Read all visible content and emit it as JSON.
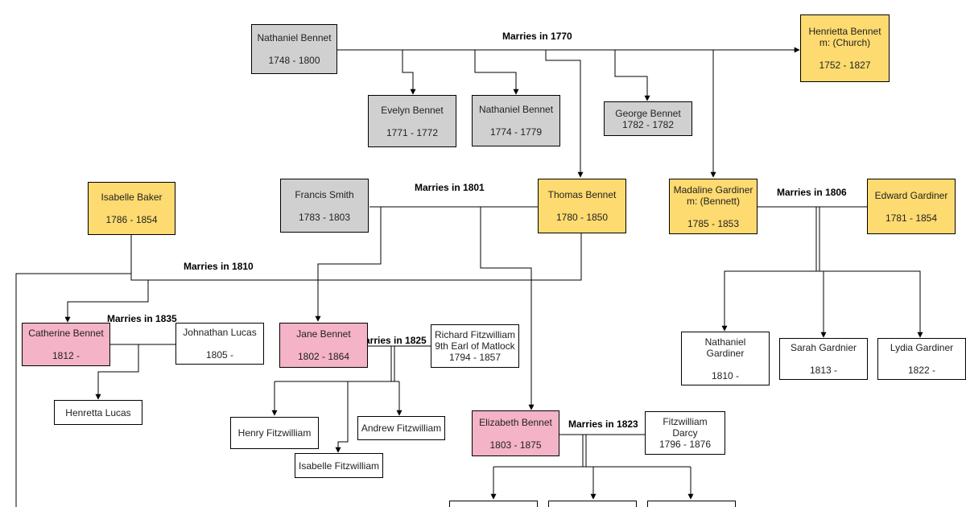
{
  "colors": {
    "gray": "#d0d0d0",
    "yellow": "#fedb70",
    "pink": "#f4b3c6",
    "white": "#ffffff",
    "line": "#000000"
  },
  "people": {
    "nathaniel_sr": {
      "name": "Nathaniel Bennet",
      "dates": "1748 - 1800"
    },
    "henrietta": {
      "name": "Henrietta Bennet\nm: (Church)",
      "dates": "1752 - 1827"
    },
    "evelyn": {
      "name": "Evelyn Bennet",
      "dates": "1771 - 1772"
    },
    "nathaniel_jr": {
      "name": "Nathaniel Bennet",
      "dates": "1774 - 1779"
    },
    "george": {
      "name": "George Bennet",
      "dates": "1782 - 1782"
    },
    "isabelle_baker": {
      "name": "Isabelle Baker",
      "dates": "1786 - 1854"
    },
    "francis": {
      "name": "Francis Smith",
      "dates": "1783 - 1803"
    },
    "thomas": {
      "name": "Thomas Bennet",
      "dates": "1780 -  1850"
    },
    "madaline": {
      "name": "Madaline Gardiner\nm: (Bennett)",
      "dates": "1785 - 1853"
    },
    "edward": {
      "name": "Edward Gardiner",
      "dates": "1781 - 1854"
    },
    "catherine": {
      "name": "Catherine Bennet",
      "dates": "1812 -"
    },
    "johnathan": {
      "name": "Johnathan Lucas",
      "dates": "1805 -"
    },
    "jane": {
      "name": "Jane Bennet",
      "dates": "1802 - 1864"
    },
    "richard": {
      "name": "Richard Fitzwilliam\n9th Earl of Matlock",
      "dates": "1794 - 1857"
    },
    "nathaniel_g": {
      "name": "Nathaniel\nGardiner",
      "dates": "1810 -"
    },
    "sarah": {
      "name": "Sarah Gardnier",
      "dates": "1813 -"
    },
    "lydia": {
      "name": "Lydia Gardiner",
      "dates": "1822 -"
    },
    "henretta_lucas": {
      "name": "Henretta Lucas",
      "dates": ""
    },
    "henry": {
      "name": "Henry Fitzwilliam",
      "dates": ""
    },
    "andrew": {
      "name": "Andrew Fitzwilliam",
      "dates": ""
    },
    "isabelle_f": {
      "name": "Isabelle Fitzwilliam",
      "dates": ""
    },
    "elizabeth": {
      "name": "Elizabeth Bennet",
      "dates": "1803 - 1875"
    },
    "darcy": {
      "name": "Fitzwilliam\nDarcy",
      "dates": "1796 - 1876"
    },
    "child_a": {
      "name": "",
      "dates": ""
    },
    "child_b": {
      "name": "",
      "dates": ""
    },
    "child_c": {
      "name": "",
      "dates": ""
    }
  },
  "marriages": {
    "m1770": "Marries in 1770",
    "m1801": "Marries in 1801",
    "m1806": "Marries in 1806",
    "m1810": "Marries in 1810",
    "m1835": "Marries in 1835",
    "m1825": "Marries in 1825",
    "m1823": "Marries in 1823"
  }
}
